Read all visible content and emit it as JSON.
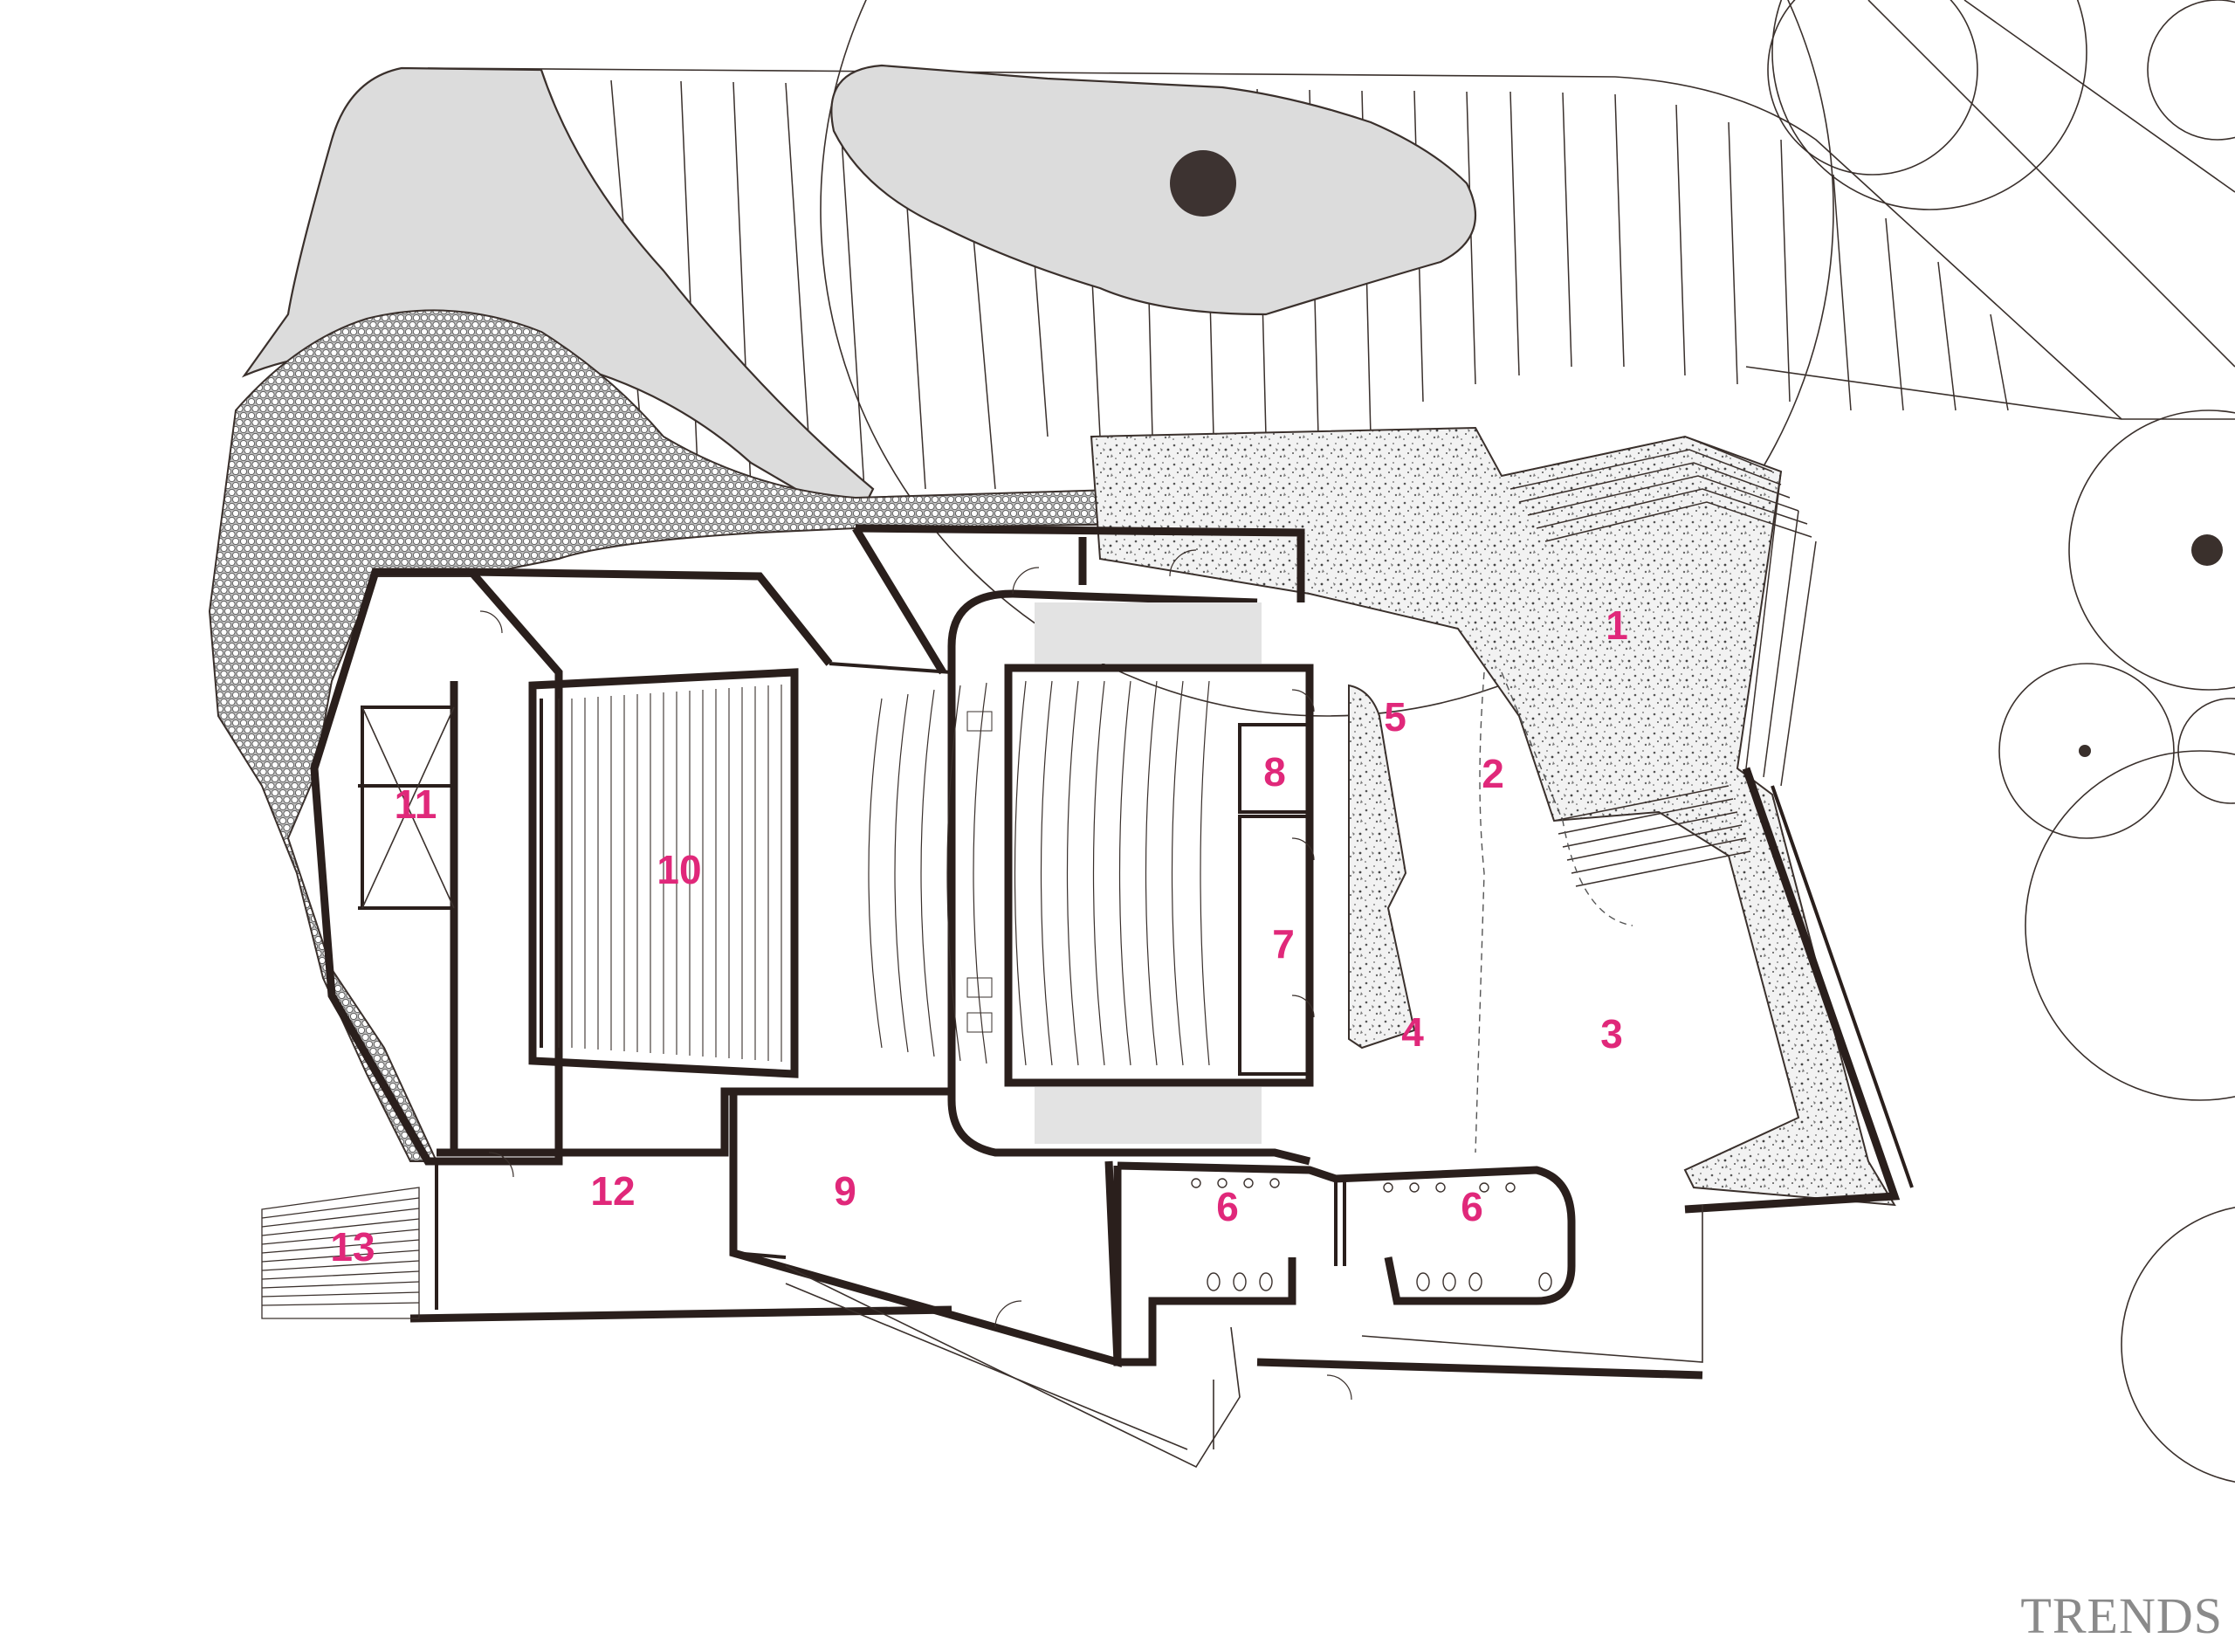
{
  "rooms": [
    {
      "id": "r1",
      "label": "1"
    },
    {
      "id": "r2",
      "label": "2"
    },
    {
      "id": "r3",
      "label": "3"
    },
    {
      "id": "r4",
      "label": "4"
    },
    {
      "id": "r5",
      "label": "5"
    },
    {
      "id": "r6a",
      "label": "6"
    },
    {
      "id": "r6b",
      "label": "6"
    },
    {
      "id": "r7",
      "label": "7"
    },
    {
      "id": "r8",
      "label": "8"
    },
    {
      "id": "r9",
      "label": "9"
    },
    {
      "id": "r10",
      "label": "10"
    },
    {
      "id": "r11",
      "label": "11"
    },
    {
      "id": "r12",
      "label": "12"
    },
    {
      "id": "r13",
      "label": "13"
    }
  ],
  "watermark": "TRENDS",
  "colors": {
    "label": "#e0287a",
    "wall": "#2a1f1c",
    "lawn": "#dcdcdc",
    "background": "#ffffff"
  },
  "icons": [
    "tree-canopy-icon",
    "gravel-paving-pattern",
    "cobble-paving-pattern",
    "seat-row",
    "door-swing"
  ]
}
